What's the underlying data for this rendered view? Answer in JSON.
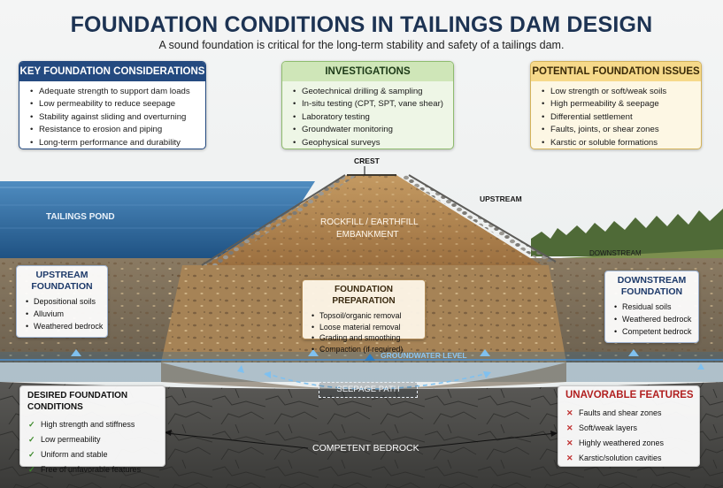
{
  "header": {
    "title": "FOUNDATION CONDITIONS IN TAILINGS DAM DESIGN",
    "subtitle": "A sound foundation is critical for the long-term stability and safety of a tailings dam."
  },
  "cards": {
    "considerations": {
      "title": "KEY FOUNDATION CONSIDERATIONS",
      "items": [
        "Adequate strength to support dam loads",
        "Low permeability to reduce seepage",
        "Stability against sliding and overturning",
        "Resistance to erosion and piping",
        "Long-term performance and durability"
      ]
    },
    "investigations": {
      "title": "INVESTIGATIONS",
      "items": [
        "Geotechnical drilling & sampling",
        "In-situ testing (CPT, SPT, vane shear)",
        "Laboratory testing",
        "Groundwater monitoring",
        "Geophysical surveys"
      ]
    },
    "issues": {
      "title": "POTENTIAL FOUNDATION ISSUES",
      "items": [
        "Low strength or soft/weak soils",
        "High permeability & seepage",
        "Differential settlement",
        "Faults, joints, or shear zones",
        "Karstic or soluble formations"
      ]
    }
  },
  "labels": {
    "crest": "CREST",
    "upstream": "UPSTREAM",
    "downstream": "DOWNSTREAM",
    "pond": "TAILINGS POND",
    "embankment_1": "ROCKFILL / EARTHFILL",
    "embankment_2": "EMBANKMENT",
    "groundwater": "GROUNDWATER LEVEL",
    "seepage": "SEEPAGE PATH",
    "bedrock": "COMPETENT BEDROCK"
  },
  "upstream_foundation": {
    "title_1": "UPSTREAM",
    "title_2": "FOUNDATION",
    "items": [
      "Depositional soils",
      "Alluvium",
      "Weathered bedrock"
    ]
  },
  "downstream_foundation": {
    "title_1": "DOWNSTREAM",
    "title_2": "FOUNDATION",
    "items": [
      "Residual soils",
      "Weathered bedrock",
      "Competent bedrock"
    ]
  },
  "preparation": {
    "title": "FOUNDATION PREPARATION",
    "items": [
      "Topsoil/organic removal",
      "Loose material removal",
      "Grading and smoothing",
      "Compaction (if required)"
    ]
  },
  "desired": {
    "title": "DESIRED FOUNDATION CONDITIONS",
    "items": [
      "High strength and stiffness",
      "Low permeability",
      "Uniform and stable",
      "Free of unfavorable features"
    ]
  },
  "unfavorable": {
    "title": "UNAVORABLE FEATURES",
    "items": [
      "Faults and shear zones",
      "Soft/weak layers",
      "Highly weathered zones",
      "Karstic/solution cavities"
    ]
  },
  "colors": {
    "title": "#1d3353",
    "water": "#2f6fa6",
    "embankment": "#b98a55",
    "bedrock": "#4a4a48",
    "check": "#3c8a2a",
    "cross": "#c03030"
  }
}
